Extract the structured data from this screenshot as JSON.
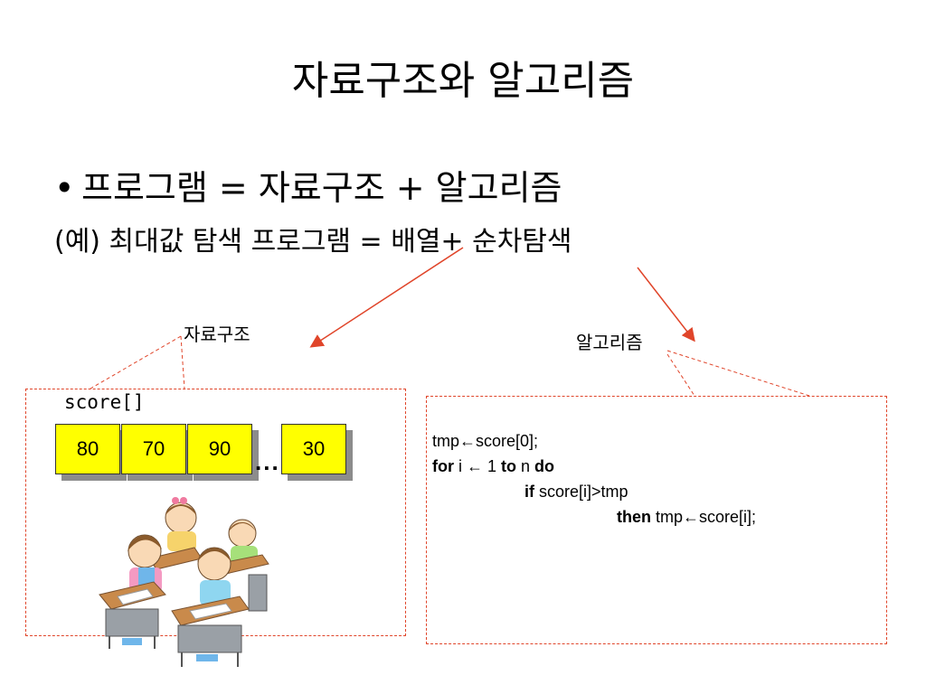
{
  "slide": {
    "title": "자료구조와 알고리즘",
    "bullet": "프로그램 = 자료구조 + 알고리즘",
    "example": "(예) 최대값 탐색 프로그램 = 배열+ 순차탐색"
  },
  "callouts": {
    "data_structure_label": "자료구조",
    "algorithm_label": "알고리즘"
  },
  "array": {
    "name": "score[]",
    "cells": [
      "80",
      "70",
      "90",
      "30"
    ],
    "ellipsis": "..."
  },
  "code": {
    "line1": "tmp←score[0];",
    "for_kw": "for",
    "for_rest": " i ← 1 ",
    "to_kw": "to",
    "to_rest": " n ",
    "do_kw": "do",
    "if_kw": "if",
    "if_rest": "  score[i]>tmp",
    "then_kw": "then",
    "then_rest": " tmp←score[i];"
  },
  "colors": {
    "arrow": "#e0452a",
    "cell_fill": "#ffff00"
  },
  "icons": {
    "illustration": "students-at-desks-illustration"
  }
}
